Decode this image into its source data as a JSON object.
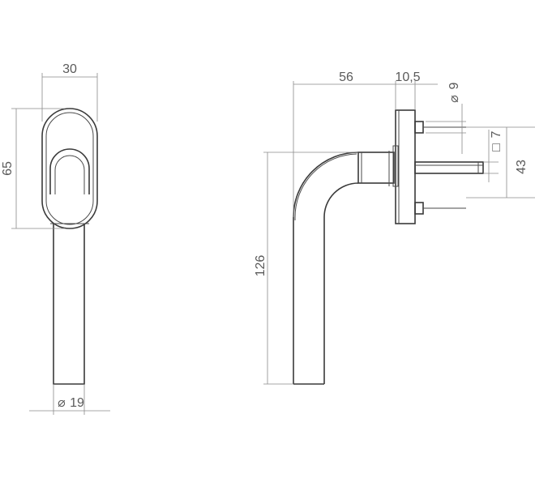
{
  "diagram": {
    "front_view": {
      "width_label": "30",
      "height_label": "65",
      "diameter_label": "19",
      "diameter_symbol": "⌀"
    },
    "side_view": {
      "projection_label": "56",
      "rose_depth_label": "10,5",
      "screw_diameter_label": "9",
      "screw_diameter_symbol": "⌀",
      "spindle_label": "7",
      "spindle_symbol": "□",
      "screw_spacing_label": "43",
      "height_label": "126"
    },
    "colors": {
      "line": "#4a4a4a",
      "dimension": "#8a8a8a",
      "text": "#5a5a5a"
    }
  }
}
